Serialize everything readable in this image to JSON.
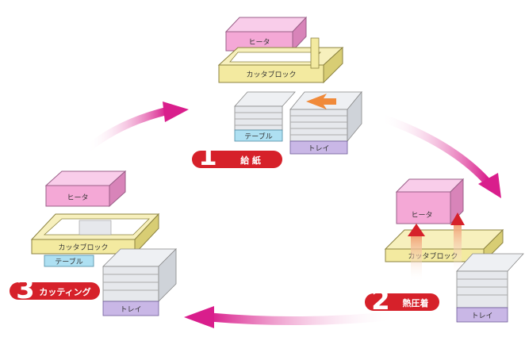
{
  "steps": [
    {
      "number": "1",
      "label": "給 紙"
    },
    {
      "number": "2",
      "label": "熱圧着"
    },
    {
      "number": "3",
      "label": "カッティング"
    }
  ],
  "parts": {
    "heater": "ヒータ",
    "cutter_block": "カッタブロック",
    "table": "テーブル",
    "tray": "トレイ"
  },
  "colors": {
    "heater": "#f4a8d6",
    "cutter_block": "#f3eaa0",
    "table": "#aee0f2",
    "tray": "#c9b7e6",
    "paper": "#eef0f3",
    "step_badge": "#d6212a",
    "cycle_arrow": "#d91e8c"
  }
}
